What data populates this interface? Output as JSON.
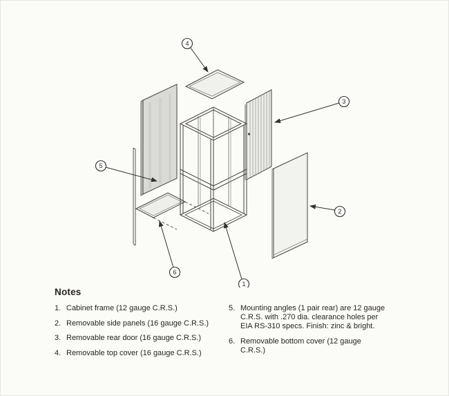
{
  "diagram": {
    "callouts": [
      {
        "label": "1",
        "part": "cabinet-frame"
      },
      {
        "label": "2",
        "part": "removable-side-panel"
      },
      {
        "label": "3",
        "part": "removable-rear-door"
      },
      {
        "label": "4",
        "part": "removable-top-cover"
      },
      {
        "label": "5",
        "part": "mounting-angles"
      },
      {
        "label": "6",
        "part": "removable-bottom-cover"
      }
    ]
  },
  "notes": {
    "heading": "Notes",
    "items": [
      {
        "num": "1.",
        "text": "Cabinet frame (12 gauge C.R.S.)"
      },
      {
        "num": "2.",
        "text": "Removable side panels (16 gauge C.R.S.)"
      },
      {
        "num": "3.",
        "text": "Removable rear door (16 gauge C.R.S.)"
      },
      {
        "num": "4.",
        "text": "Removable top cover (16 gauge C.R.S.)"
      },
      {
        "num": "5.",
        "text": "Mounting angles (1 pair rear) are 12 gauge C.R.S. with .270 dia. clearance holes per EIA RS-310 specs. Finish: zinc & bright."
      },
      {
        "num": "6.",
        "text": "Removable bottom cover (12 gauge C.R.S.)"
      }
    ]
  }
}
